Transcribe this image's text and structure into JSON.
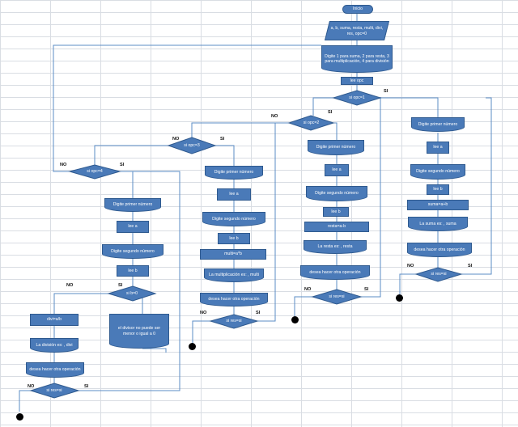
{
  "nodes": {
    "inicio": "Inicio",
    "vars": "a, b, suma, resta, multi, divi, res, opc=0",
    "menu": "Digite 1 para suma, 2 para resta, 3 para multiplicación, 4 para división",
    "lee_opc": "lee opc",
    "if1": "si opc=1",
    "if2": "si opc=2",
    "if3": "si opc=3",
    "if4": "si opc=4",
    "s_d1": "Digite primer número",
    "s_la": "lee a",
    "s_d2": "Digite segundo número",
    "s_lb": "lee b",
    "s_op": "suma=a+b",
    "s_out": "La suma es: , suma",
    "s_ask": "desea hacer otra operación",
    "s_if": "si res=si",
    "r_d1": "Digite primer número",
    "r_la": "lee a",
    "r_d2": "Digite segundo número",
    "r_lb": "lee b",
    "r_op": "resta=a-b",
    "r_out": "La resta es: , resta",
    "r_ask": "desea hacer otra operación",
    "r_if": "si res=si",
    "m_d1": "Digite primer número",
    "m_la": "lee a",
    "m_d2": "Digite segundo número",
    "m_lb": "lee b",
    "m_op": "multi=a*b",
    "m_out": "La multiplicación es: , multi",
    "m_ask": "desea hacer otra operación",
    "m_if": "si res=si",
    "d_d1": "Digite primer número",
    "d_la": "lee a",
    "d_d2": "Digite segundo número",
    "d_lb": "lee b",
    "d_if0": "si b=0",
    "d_op": "divi=a/b",
    "d_err": "el divisor no puede ser menor o igual a 0",
    "d_out": "La división es: , divi",
    "d_ask": "desea hacer otra operación",
    "d_if": "si res=si"
  },
  "labels": {
    "yes": "SI",
    "no": "NO"
  },
  "colors": {
    "fill": "#4a7ab8",
    "stroke": "#2f5a8f",
    "line": "#5b8cc6"
  }
}
